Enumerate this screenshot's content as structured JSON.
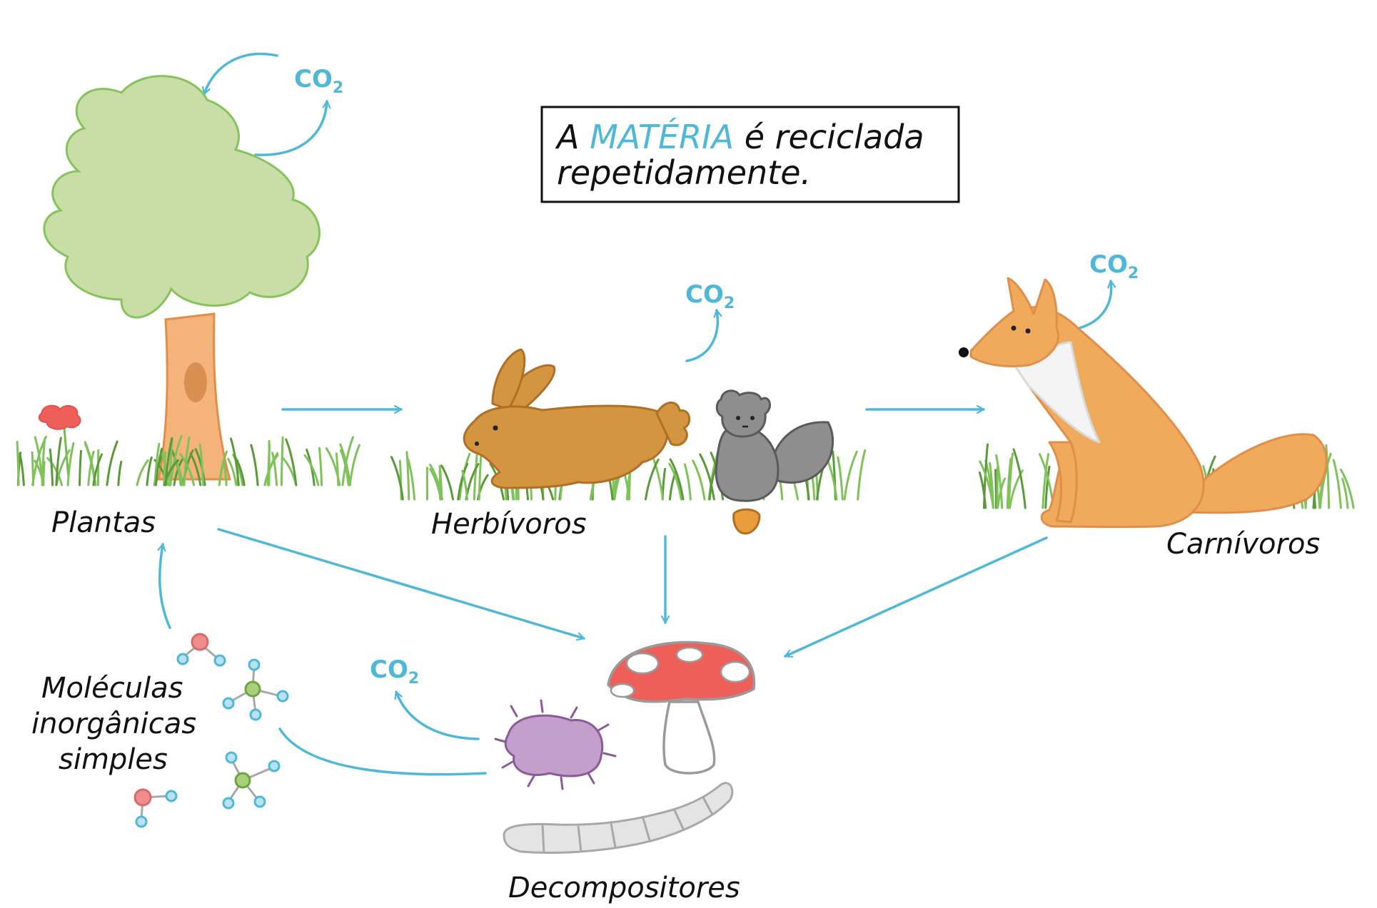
{
  "title": {
    "prefix": "A",
    "highlight": "MATÉRIA",
    "suffix": "é reciclada",
    "line2": "repetidamente."
  },
  "labels": {
    "plants": "Plantas",
    "herbivores": "Herbívoros",
    "carnivores": "Carnívoros",
    "molecules_line1": "Moléculas",
    "molecules_line2": "inorgânicas",
    "molecules_line3": "simples",
    "decomposers": "Decompositores"
  },
  "co2_label": "CO",
  "co2_subscript": "2",
  "colors": {
    "arrow": "#4fb8d8",
    "highlight": "#4fb8d8",
    "tree_canopy": "#c9dea6",
    "tree_trunk": "#f4b37a",
    "rabbit": "#d3953f",
    "squirrel": "#8e8e8e",
    "fox": "#efaa5c",
    "mushroom_cap": "#ef5f5a",
    "bacterium": "#c3a0cc",
    "worm": "#e4e4e4",
    "grass": "#74b84e"
  }
}
